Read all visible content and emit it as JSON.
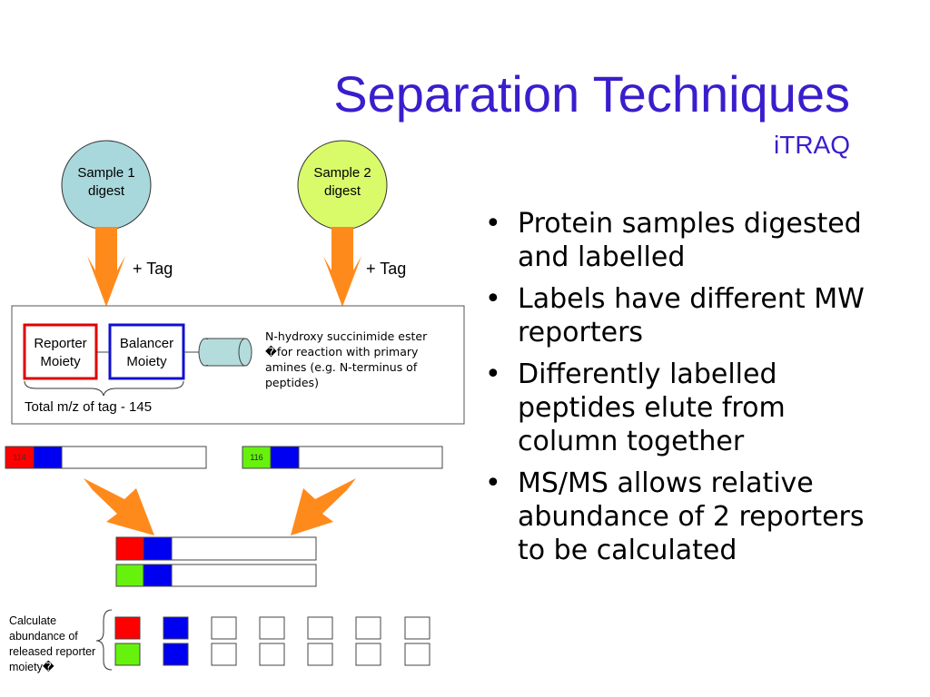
{
  "slide": {
    "title": "Separation Techniques",
    "subtitle": "iTRAQ"
  },
  "colors": {
    "title": "#3a1ecc",
    "sample1_fill": "#a8d8dc",
    "sample2_fill": "#d9fb6a",
    "arrow": "#ff8a1c",
    "reporter_red": "#ff0000",
    "reporter_green": "#66f20d",
    "balancer_blue": "#0000f0",
    "reporter_border": "#e00000",
    "balancer_border": "#1010d0",
    "cylinder": "#b4dcdc"
  },
  "diagram": {
    "sample1": {
      "line1": "Sample 1",
      "line2": "digest"
    },
    "sample2": {
      "line1": "Sample 2",
      "line2": "digest"
    },
    "tag_left": "+ Tag",
    "tag_right": "+ Tag",
    "reporter": {
      "line1": "Reporter",
      "line2": "Moiety"
    },
    "balancer": {
      "line1": "Balancer",
      "line2": "Moiety"
    },
    "ester_text": "N-hydroxy succinimide ester �for reaction with primary amines (e.g. N-terminus of peptides)",
    "total_mz": "Total m/z of tag - 145",
    "peptide_left_label": "114",
    "peptide_right_label": "116",
    "calc_text": "Calculate abundance of released reporter moiety�"
  },
  "bullets": [
    "Protein samples digested and labelled",
    "Labels have different MW reporters",
    "Differently labelled peptides elute from column together",
    "MS/MS allows relative abundance of 2 reporters to be calculated"
  ]
}
